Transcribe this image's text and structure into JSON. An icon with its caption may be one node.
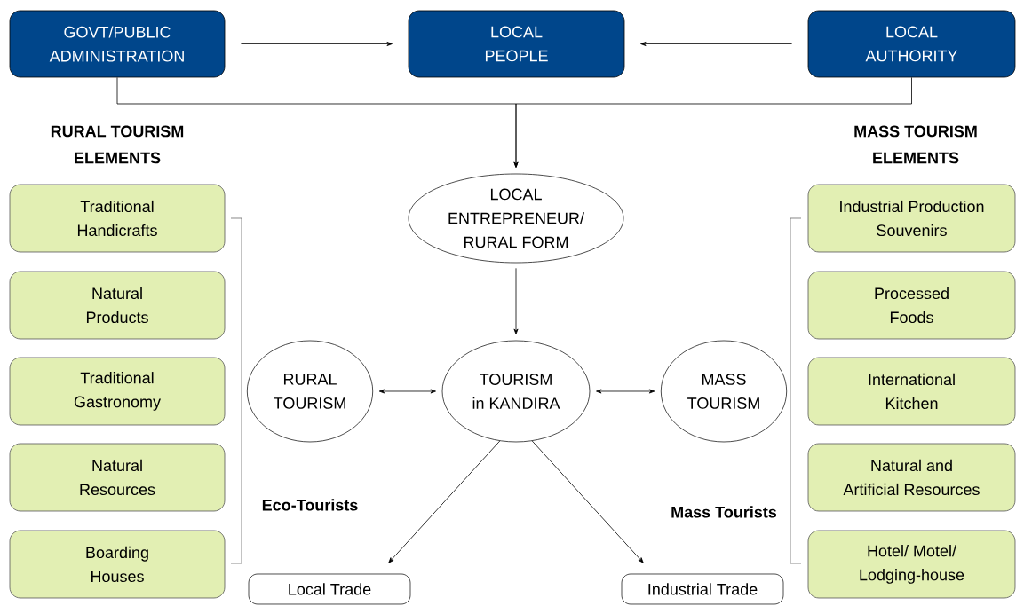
{
  "diagram": {
    "nodes": [
      {
        "text": [
          "GOVT/PUBLIC ADMINISTRATION"
        ]
      },
      {
        "text": [
          "LOCAL PEOPLE"
        ]
      },
      {
        "text": [
          "LOCAL AUTHORITY"
        ]
      },
      {
        "text": [
          "LOCAL ENTREPRENEUR/ RURAL FORM"
        ]
      },
      {
        "text": [
          "RURAL TOURISM"
        ]
      },
      {
        "text": [
          "TOURISM in KANDIRA"
        ]
      },
      {
        "text": [
          "MASS TOURISM"
        ]
      },
      {
        "text": [
          "Local Trade"
        ]
      },
      {
        "text": [
          "Industrial Trade"
        ]
      },
      {
        "text": [
          "Traditional Handicrafts"
        ]
      },
      {
        "text": [
          "Natural Products"
        ]
      },
      {
        "text": [
          "Traditional Gastronomy"
        ]
      },
      {
        "text": [
          "Natural Resources"
        ]
      },
      {
        "text": [
          "Boarding Houses"
        ]
      },
      {
        "text": [
          "Industrial Production Souvenirs"
        ]
      },
      {
        "text": [
          "Processed Foods"
        ]
      },
      {
        "text": [
          "International Kitchen"
        ]
      },
      {
        "text": [
          "Natural and Artificial Resources"
        ]
      },
      {
        "text": [
          "Hotel/ Motel/ Lodging-house"
        ]
      }
    ],
    "edges": [
      {
        "from": 0,
        "to": 1,
        "arrow": "to"
      },
      {
        "from": 2,
        "to": 1,
        "arrow": "to"
      },
      {
        "from": 0,
        "to": 3,
        "arrow": "to"
      },
      {
        "from": 2,
        "to": 3,
        "arrow": "to"
      },
      {
        "from": 3,
        "to": 5,
        "arrow": "to"
      },
      {
        "from": 4,
        "to": 5,
        "arrow": "both"
      },
      {
        "from": 5,
        "to": 6,
        "arrow": "both"
      },
      {
        "from": 5,
        "to": 7,
        "arrow": "to"
      },
      {
        "from": 5,
        "to": 8,
        "arrow": "to"
      }
    ],
    "labels": [
      "RURAL TOURISM ELEMENTS",
      "MASS TOURISM ELEMENTS",
      "Eco-Tourists",
      "Mass Tourists"
    ]
  }
}
